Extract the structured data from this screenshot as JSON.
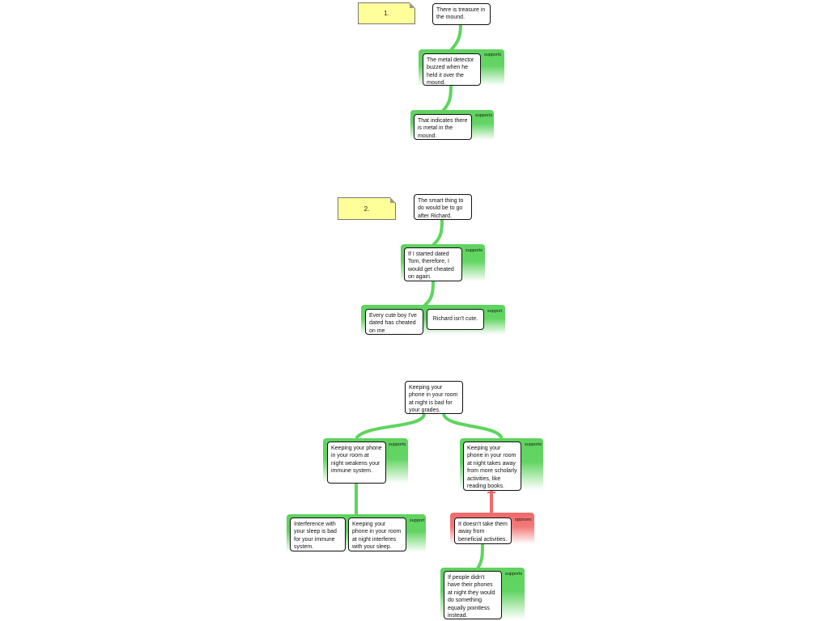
{
  "maps": [
    {
      "number": "1.",
      "main_claim": "There is treasure in the mound.",
      "groups": [
        {
          "tag": "supports",
          "relation": "support",
          "reasons": [
            "The metal detector buzzed when he held it over the mound."
          ]
        },
        {
          "tag": "supports",
          "relation": "support",
          "reasons": [
            "That indicates there is metal in the mound."
          ]
        }
      ]
    },
    {
      "number": "2.",
      "main_claim": "The smart thing to do would be to go after Richard.",
      "groups": [
        {
          "tag": "supports",
          "relation": "support",
          "reasons": [
            "If I started dated Tom, therefore, I would get cheated on again."
          ]
        },
        {
          "tag": "support",
          "relation": "support",
          "reasons": [
            "Every cute boy I've dated has cheated on me",
            "Richard isn't cute."
          ]
        }
      ]
    },
    {
      "main_claim": "Keeping your phone in your room at night is bad for your grades.",
      "groups": [
        {
          "tag": "supports",
          "relation": "support",
          "reasons": [
            "Keeping your phone in your room at night weakens your immune system."
          ]
        },
        {
          "tag": "supports",
          "relation": "support",
          "reasons": [
            "Keeping your phone in your room at night takes away from more scholarly activities, like reading books."
          ]
        },
        {
          "tag": "support",
          "relation": "support",
          "reasons": [
            "Interference with your sleep is bad for your immune system.",
            "Keeping your phone in your room at night interferes with your sleep."
          ]
        },
        {
          "tag": "opposes",
          "relation": "objection",
          "reasons": [
            "It doesn't take them away from beneficial activities."
          ]
        },
        {
          "tag": "supports",
          "relation": "support",
          "reasons": [
            "If people didn't have their phones at night they would do something equally pointless instead."
          ]
        }
      ]
    }
  ],
  "colors": {
    "support": "#5cd65c",
    "objection": "#f06b6b",
    "note": "#ffff99"
  }
}
